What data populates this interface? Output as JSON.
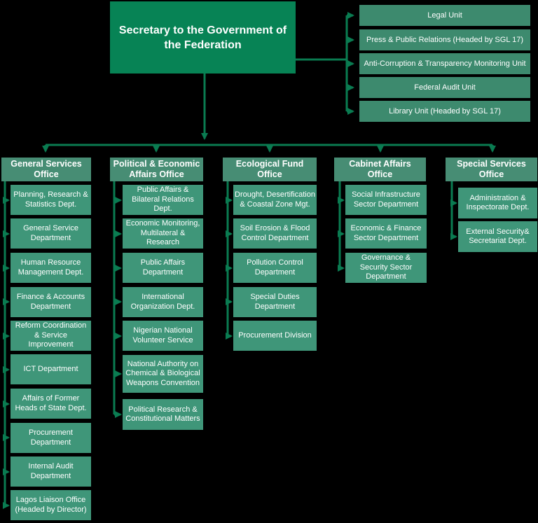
{
  "colors": {
    "background": "#000000",
    "root_box": "#078355",
    "unit_box": "#3D8A6E",
    "office_header_box": "#478D74",
    "dept_box": "#3F9679",
    "connector": "#0A7B51",
    "text": "#FFFFFF"
  },
  "root": {
    "title": "Secretary to the Government of the Federation"
  },
  "units": [
    {
      "label": "Legal Unit"
    },
    {
      "label": "Press & Public Relations (Headed by SGL 17)"
    },
    {
      "label": "Anti-Corruption & Transparency Monitoring Unit"
    },
    {
      "label": "Federal Audit Unit"
    },
    {
      "label": "Library Unit (Headed by SGL 17)"
    }
  ],
  "offices": [
    {
      "name": "General Services Office",
      "departments": [
        {
          "label": "Planning, Research & Statistics Dept."
        },
        {
          "label": "General Service Department"
        },
        {
          "label": "Human Resource Management Dept."
        },
        {
          "label": "Finance & Accounts Department"
        },
        {
          "label": "Reform Coordination & Service Improvement"
        },
        {
          "label": "ICT Department"
        },
        {
          "label": "Affairs of Former Heads of State Dept."
        },
        {
          "label": "Procurement Department"
        },
        {
          "label": "Internal Audit Department"
        },
        {
          "label": "Lagos Liaison Office (Headed by Director)"
        }
      ]
    },
    {
      "name": "Political & Economic Affairs Office",
      "departments": [
        {
          "label": "Public Affairs & Bilateral Relations Dept."
        },
        {
          "label": "Economic Monitoring, Multilateral & Research"
        },
        {
          "label": "Public Affairs Department"
        },
        {
          "label": "International Organization Dept."
        },
        {
          "label": "Nigerian National Volunteer Service"
        },
        {
          "label": "National Authority on Chemical & Biological Weapons Convention"
        },
        {
          "label": "Political Research & Constitutional Matters"
        }
      ]
    },
    {
      "name": "Ecological Fund Office",
      "departments": [
        {
          "label": "Drought, Desertification & Coastal Zone Mgt."
        },
        {
          "label": "Soil Erosion & Flood Control Department"
        },
        {
          "label": "Pollution Control Department"
        },
        {
          "label": "Special Duties Department"
        },
        {
          "label": "Procurement Division"
        }
      ]
    },
    {
      "name": "Cabinet Affairs Office",
      "departments": [
        {
          "label": "Social Infrastructure Sector Department"
        },
        {
          "label": "Economic & Finance Sector Department"
        },
        {
          "label": "Governance & Security Sector Department"
        }
      ]
    },
    {
      "name": "Special Services Office",
      "departments": [
        {
          "label": "Administration & Inspectorate Dept."
        },
        {
          "label": "External Security& Secretariat Dept."
        }
      ]
    }
  ]
}
